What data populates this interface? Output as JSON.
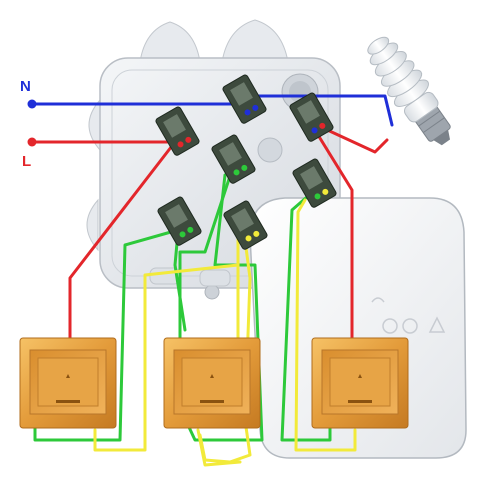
{
  "labels": {
    "neutral": "N",
    "line": "L"
  },
  "colors": {
    "neutral": "#1f2fd8",
    "line": "#e3262b",
    "green": "#2dc93a",
    "yellow": "#f2ea3a",
    "switch_gold": "#e8a43f",
    "box": "#e6e9ee"
  },
  "components": {
    "junction_box": "junction-box",
    "lid": "junction-box-lid",
    "lamp": "cfl-bulb-icon",
    "switches": [
      "switch-left",
      "switch-middle",
      "switch-right"
    ],
    "connectors": 7
  }
}
